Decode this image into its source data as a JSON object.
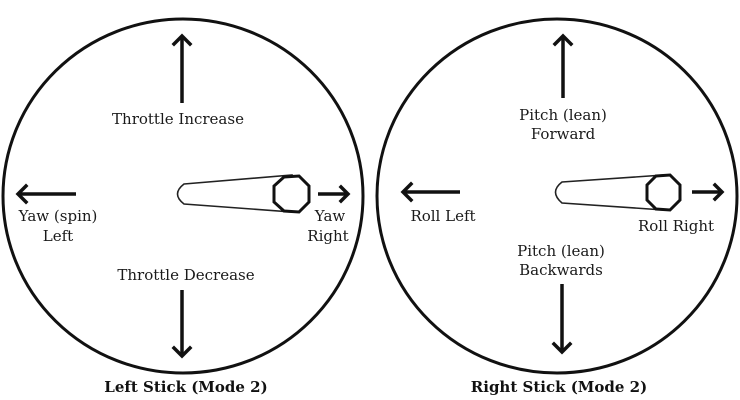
{
  "left_stick": {
    "caption": "Left Stick (Mode 2)",
    "up_label": "Throttle Increase",
    "down_label": "Throttle Decrease",
    "left_label_line1": "Yaw (spin)",
    "left_label_line2": "Left",
    "right_label_line1": "Yaw",
    "right_label_line2": "Right"
  },
  "right_stick": {
    "caption": "Right Stick (Mode 2)",
    "up_label_line1": "Pitch (lean)",
    "up_label_line2": "Forward",
    "down_label_line1": "Pitch (lean)",
    "down_label_line2": "Backwards",
    "left_label": "Roll Left",
    "right_label": "Roll Right"
  }
}
